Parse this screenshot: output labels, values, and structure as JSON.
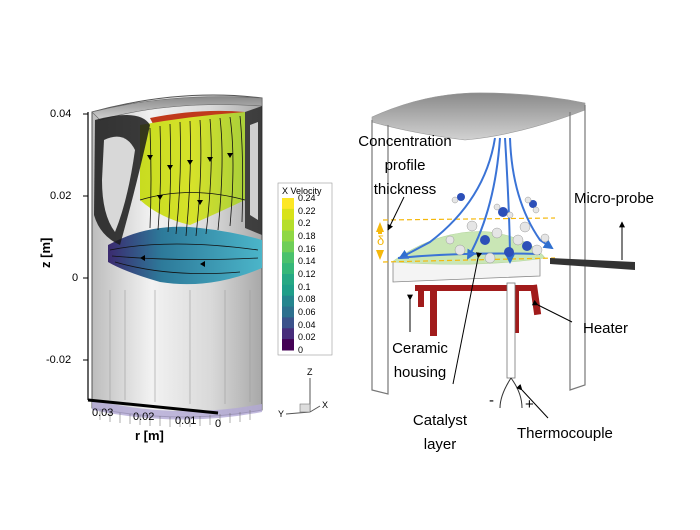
{
  "left_plot": {
    "z_axis": {
      "label": "z [m]",
      "ticks": [
        "0.04",
        "0.02",
        "0",
        "-0.02"
      ]
    },
    "r_axis": {
      "label": "r [m]",
      "ticks": [
        "0.03",
        "0.02",
        "0.01",
        "0"
      ]
    },
    "legend": {
      "title": "X Velocity",
      "ticks": [
        "0.24",
        "0.22",
        "0.2",
        "0.18",
        "0.16",
        "0.14",
        "0.12",
        "0.1",
        "0.08",
        "0.06",
        "0.04",
        "0.02",
        "0"
      ],
      "colors": [
        "#fde725",
        "#d8e219",
        "#b5de2b",
        "#8fd744",
        "#6ece58",
        "#4ac16d",
        "#35b779",
        "#26a884",
        "#1f9e89",
        "#25858e",
        "#2d708e",
        "#3b528b",
        "#472d7b",
        "#440154"
      ]
    },
    "triad": {
      "z": "Z",
      "y": "Y",
      "x": "X"
    }
  },
  "right_diagram": {
    "labels": {
      "concentration_line1": "Concentration",
      "concentration_line2": "profile",
      "concentration_line3": "thickness",
      "delta": "δ",
      "micro_probe": "Micro-probe",
      "heater": "Heater",
      "ceramic_line1": "Ceramic",
      "ceramic_line2": "housing",
      "catalyst_line1": "Catalyst",
      "catalyst_line2": "layer",
      "thermocouple": "Thermocouple",
      "minus": "-",
      "plus": "+"
    }
  }
}
